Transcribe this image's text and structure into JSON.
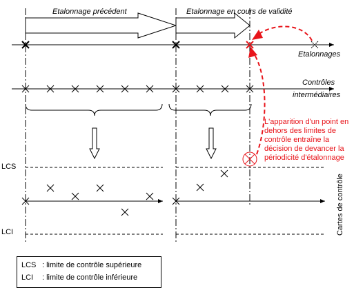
{
  "labels": {
    "etalonnage_precedent": "Etalonnage précédent",
    "etalonnage_en_cours": "Etalonnage en cours de validité",
    "etalonnages": "Etalonnages",
    "controles": "Contrôles",
    "intermediaires": "intermédiaires",
    "lcs": "LCS",
    "lci": "LCI",
    "cartes_de_controle": "Cartes de contrôle"
  },
  "annotation": {
    "lines": [
      "L'apparition d'un point en",
      "dehors des limites de",
      "contrôle entraîne la",
      "décision de devancer la",
      "périodicité d'étalonnage"
    ]
  },
  "legend": {
    "rows": [
      {
        "abbr": "LCS",
        "text": ": limite de contrôle supérieure"
      },
      {
        "abbr": "LCI",
        "text": ": limite de contrôle inférieure"
      }
    ]
  },
  "colors": {
    "line": "#000000",
    "highlight": "#e8141a"
  }
}
